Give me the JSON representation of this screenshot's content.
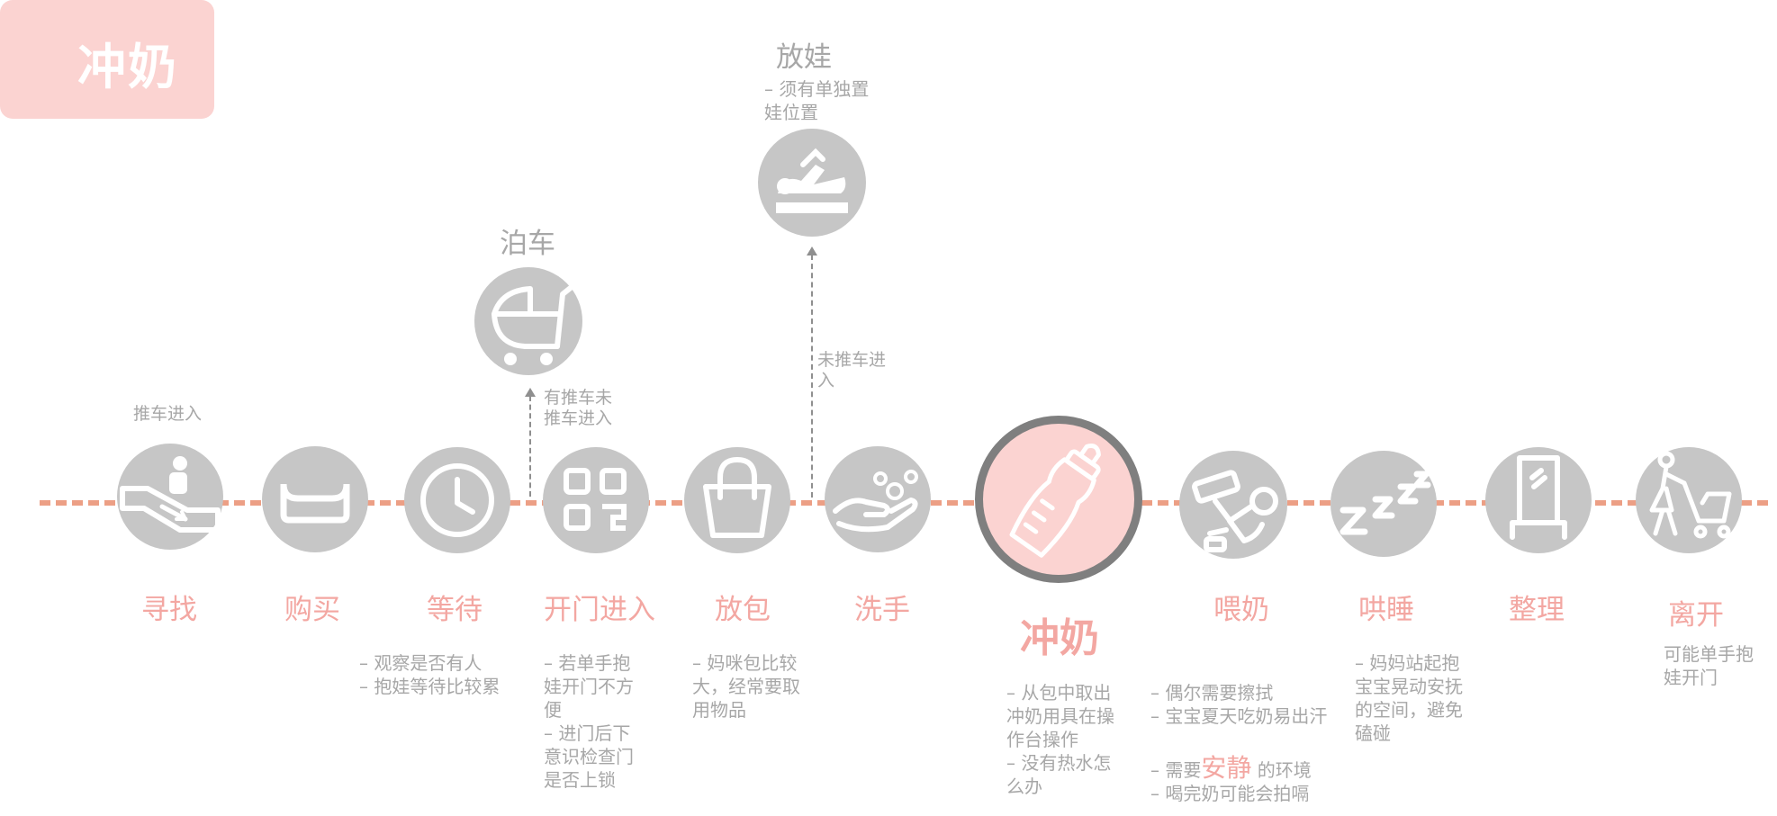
{
  "title": "冲奶",
  "top_branches": {
    "parking": {
      "label": "泊车",
      "arrow_note": "有推车未推车进入"
    },
    "put_baby": {
      "label": "放娃",
      "note": "– 须有单独置娃位置",
      "arrow_note": "未推车进入"
    }
  },
  "entry_note": "推车进入",
  "steps": [
    {
      "label": "寻找",
      "icon": "escalator-icon"
    },
    {
      "label": "购买",
      "icon": "sofa-icon"
    },
    {
      "label": "等待",
      "icon": "clock-icon"
    },
    {
      "label": "开门进入",
      "icon": "qrcode-icon"
    },
    {
      "label": "放包",
      "icon": "bag-icon"
    },
    {
      "label": "洗手",
      "icon": "handwash-icon"
    },
    {
      "label": "冲奶",
      "icon": "baby-bottle-icon"
    },
    {
      "label": "喂奶",
      "icon": "feeding-icon"
    },
    {
      "label": "哄睡",
      "icon": "sleep-icon"
    },
    {
      "label": "整理",
      "icon": "mirror-icon"
    },
    {
      "label": "离开",
      "icon": "mother-stroller-icon"
    }
  ],
  "notes": {
    "wait": [
      "– 观察是否有人",
      "– 抱娃等待比较累"
    ],
    "open_door": [
      "– 若单手抱娃开门不方便",
      "– 进门后下意识检查门是否上锁"
    ],
    "put_bag": [
      "– 妈咪包比较大，经常要取用物品"
    ],
    "make_milk": [
      "– 从包中取出冲奶用具在操作台操作",
      "– 没有热水怎么办"
    ],
    "feed": {
      "line1": "– 偶尔需要擦拭",
      "line2": "– 宝宝夏天吃奶易出汗",
      "line3_prefix": "– 需要",
      "line3_highlight": "安静",
      "line3_suffix": " 的环境",
      "line4": "– 喝完奶可能会拍嗝"
    },
    "sleep": [
      "– 妈妈站起抱宝宝晃动安抚的空间，避免磕碰"
    ],
    "leave": [
      "可能单手抱娃开门"
    ]
  },
  "colors": {
    "accent_pink": "#f3a7a2",
    "light_pink": "#fbd3d1",
    "timeline": "#ec9f85",
    "icon_gray": "#c6c6c6",
    "text_gray": "#a7a7a7"
  }
}
